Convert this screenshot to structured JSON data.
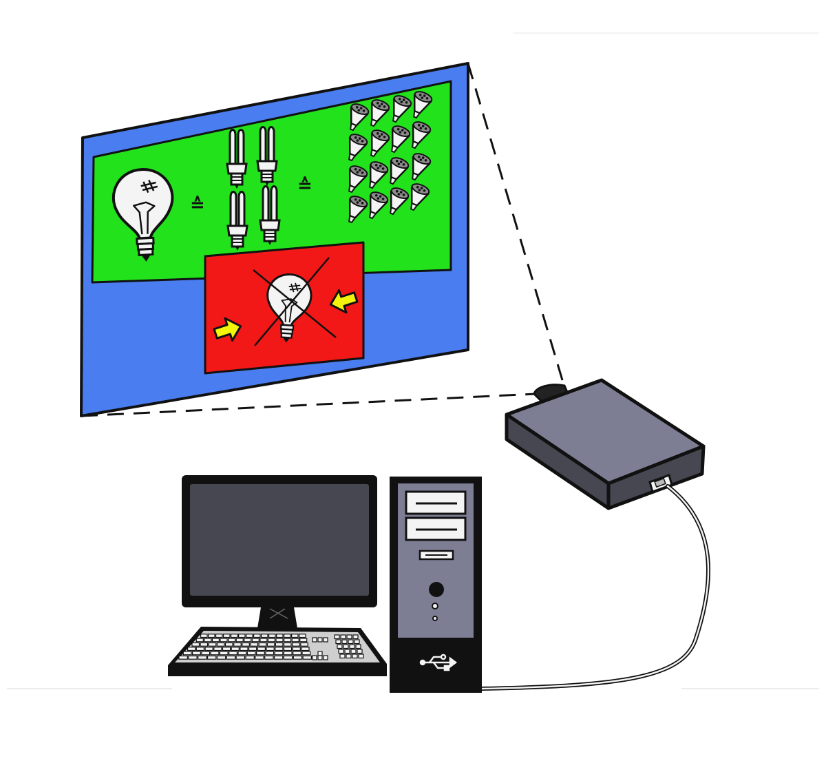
{
  "illustration": {
    "symbols": {
      "equivalence": "≙"
    },
    "colors": {
      "background": "#ffffff",
      "screen_blue": "#4a7df0",
      "panel_green": "#22e21c",
      "panel_red": "#f21818",
      "arrow_yellow": "#f4f40a",
      "bulb_glass": "#f4f4f4",
      "device_gray": "#7d7d94",
      "device_dark": "#474752",
      "ink": "#111111"
    },
    "icons": [
      "incandescent-bulb-icon",
      "cfl-bulb-icon",
      "led-bulb-icon",
      "crossed-out-bulb-icon",
      "arrow-icon",
      "projector-icon",
      "monitor-icon",
      "keyboard-icon",
      "pc-tower-icon",
      "usb-symbol-icon",
      "cable-icon"
    ],
    "counts": {
      "incandescent_bulbs": 1,
      "cfl_bulbs": 4,
      "led_bulbs": 16
    }
  }
}
